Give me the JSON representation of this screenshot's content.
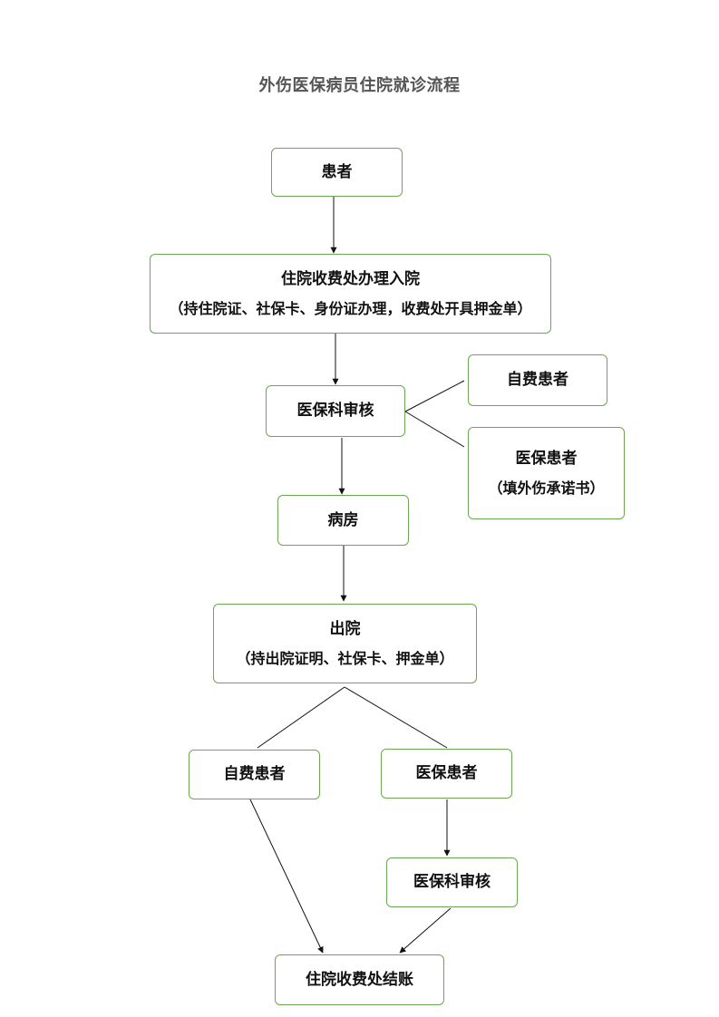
{
  "title": "外伤医保病员住院就诊流程",
  "nodes": {
    "patient": {
      "label": "患者"
    },
    "admission": {
      "label": "住院收费处办理入院",
      "note": "（持住院证、社保卡、身份证办理，收费处开具押金单）"
    },
    "insurance_review_1": {
      "label": "医保科审核"
    },
    "self_pay_upper": {
      "label": "自费患者"
    },
    "insured_upper": {
      "label": "医保患者",
      "note": "（填外伤承诺书）"
    },
    "ward": {
      "label": "病房"
    },
    "discharge": {
      "label": "出院",
      "note": "（持出院证明、社保卡、押金单）"
    },
    "self_pay_lower": {
      "label": "自费患者"
    },
    "insured_lower": {
      "label": "医保患者"
    },
    "insurance_review_2": {
      "label": "医保科审核"
    },
    "settlement": {
      "label": "住院收费处结账"
    }
  }
}
